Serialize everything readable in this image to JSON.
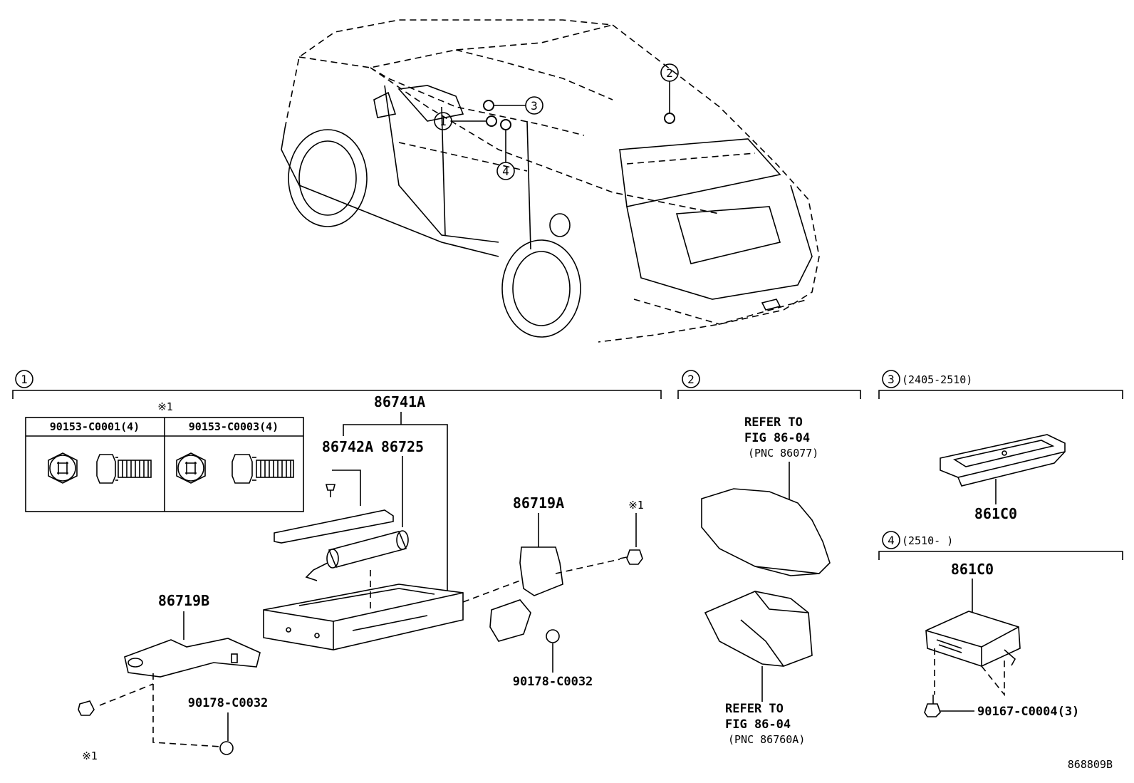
{
  "overview": {
    "callouts": [
      "1",
      "2",
      "3",
      "4"
    ]
  },
  "section1": {
    "num": "1",
    "note_mark": "※1",
    "bolt_table": [
      {
        "part": "90153-C0001(4)"
      },
      {
        "part": "90153-C0003(4)"
      }
    ],
    "labels": {
      "p86741A": "86741A",
      "p86742A": "86742A",
      "p86725": "86725",
      "p86719A": "86719A",
      "p86719B": "86719B",
      "nut_left": "90178-C0032",
      "nut_right": "90178-C0032",
      "mark_right": "※1",
      "mark_left": "※1"
    }
  },
  "section2": {
    "num": "2",
    "ref_top": [
      "REFER TO",
      "FIG 86-04",
      "(PNC 86077)"
    ],
    "ref_bottom": [
      "REFER TO",
      "FIG 86-04",
      "(PNC 86760A)"
    ]
  },
  "section3": {
    "num": "3",
    "range": "(2405-2510)",
    "part": "861C0"
  },
  "section4": {
    "num": "4",
    "range": "(2510-      )",
    "part": "861C0",
    "bolt": "90167-C0004(3)"
  },
  "figure_id": "868809B"
}
